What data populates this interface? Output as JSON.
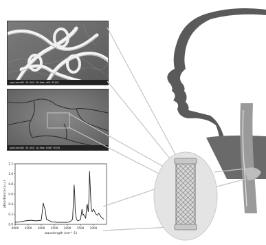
{
  "sem_top": {
    "caption": "specimen01 20.0kV 10.0mm x60 SE(M)"
  },
  "sem_mid": {
    "caption": "specimen02 20.0kV 10.0mm x500 SE(M)"
  },
  "chart_data": {
    "type": "line",
    "title": "",
    "xlabel": "wavelength (cm^-1)",
    "ylabel": "absorbance (a.u.)",
    "x_ticks": [
      "4000",
      "3500",
      "3000",
      "2500",
      "2000",
      "1500",
      "1000"
    ],
    "y_ticks": [
      "0.0",
      "0.2",
      "0.4",
      "0.6",
      "0.8",
      "1.0",
      "1.2"
    ],
    "xlim": [
      4000,
      500
    ],
    "ylim": [
      0,
      1.2
    ],
    "grid": false,
    "series": [
      {
        "color": "#1a1a1a",
        "x": [
          4000,
          3800,
          3600,
          3400,
          3200,
          3000,
          2950,
          2920,
          2880,
          2850,
          2800,
          2600,
          2400,
          2200,
          2000,
          1900,
          1800,
          1760,
          1740,
          1720,
          1700,
          1650,
          1600,
          1500,
          1460,
          1440,
          1400,
          1380,
          1300,
          1260,
          1240,
          1200,
          1170,
          1150,
          1120,
          1100,
          1080,
          1050,
          1000,
          950,
          900,
          850,
          800,
          750,
          700,
          650,
          600
        ],
        "y": [
          0.04,
          0.05,
          0.07,
          0.08,
          0.07,
          0.08,
          0.3,
          0.42,
          0.33,
          0.3,
          0.1,
          0.05,
          0.04,
          0.04,
          0.04,
          0.05,
          0.1,
          0.55,
          0.78,
          0.62,
          0.28,
          0.1,
          0.07,
          0.09,
          0.22,
          0.3,
          0.18,
          0.2,
          0.12,
          0.35,
          0.4,
          0.25,
          0.55,
          1.05,
          0.7,
          0.45,
          0.3,
          0.25,
          0.3,
          0.25,
          0.2,
          0.18,
          0.22,
          0.18,
          0.14,
          0.12,
          0.1
        ]
      }
    ]
  }
}
